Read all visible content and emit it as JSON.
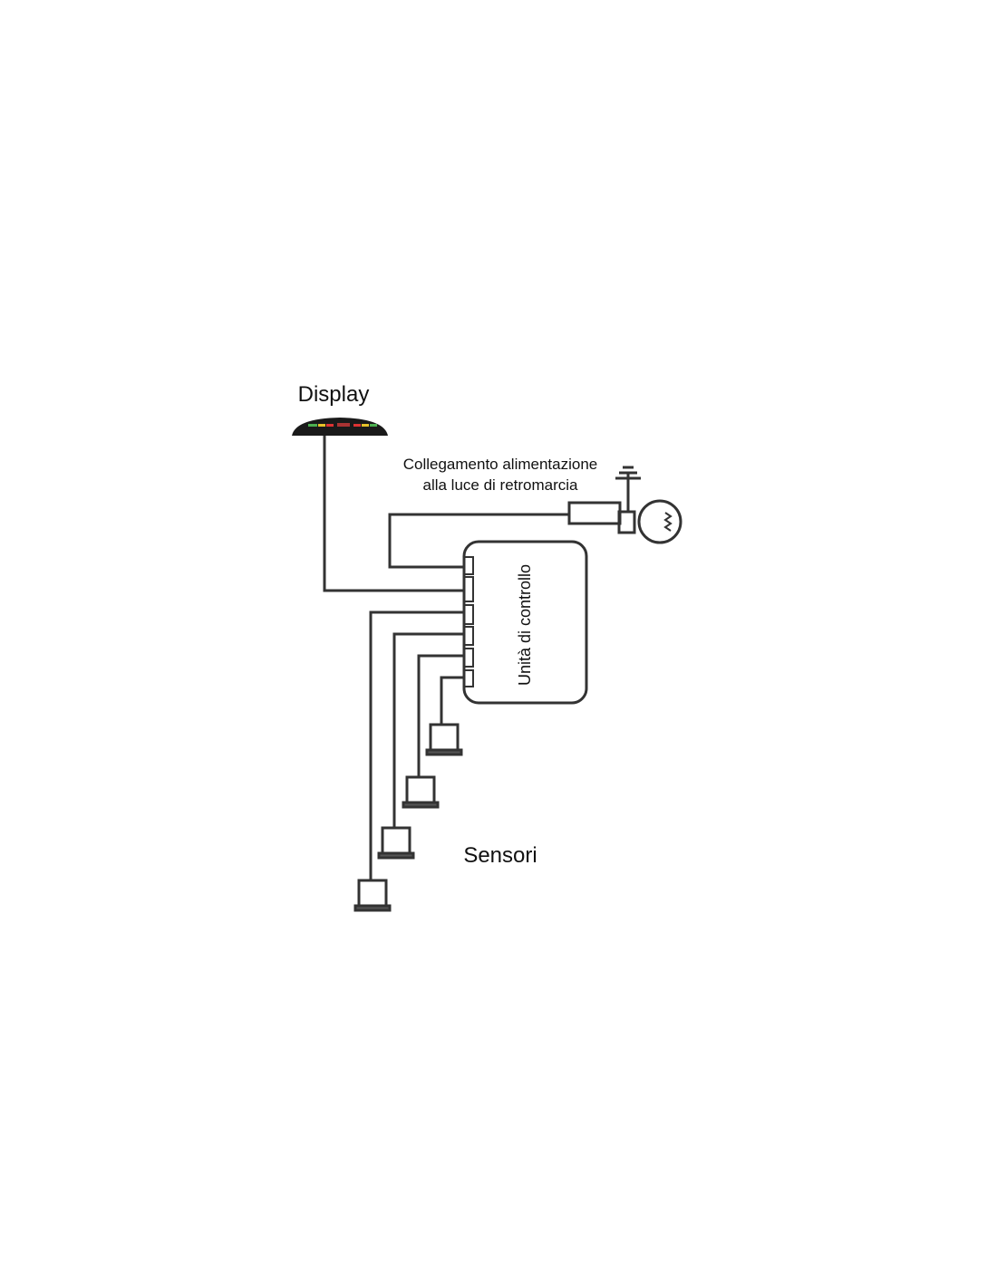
{
  "labels": {
    "display": "Display",
    "power_line1": "Collegamento alimentazione",
    "power_line2": "alla luce di retromarcia",
    "control_unit": "Unità di controllo",
    "sensors": "Sensori"
  },
  "colors": {
    "line": "#333333",
    "display_body": "#1a1a1a"
  }
}
